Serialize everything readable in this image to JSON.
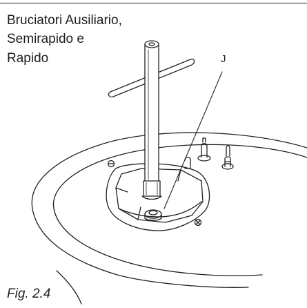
{
  "title_lines": [
    "Bruciatori Ausiliario,",
    "Semirapido e",
    "Rapido"
  ],
  "callout_label": "J",
  "figure_caption": "Fig. 2.4",
  "colors": {
    "ink": "#1f1f1f",
    "background": "#ffffff"
  },
  "icons": {
    "burner-hob-drawing": "line-art",
    "socket-wrench-tool": "line-art"
  }
}
